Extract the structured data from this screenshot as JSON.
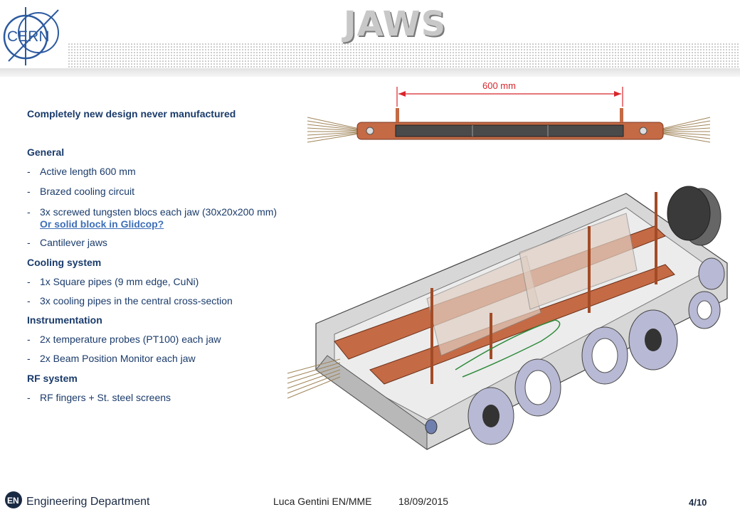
{
  "slide": {
    "title": "JAWS",
    "logo_text": "CERN",
    "dimension_label": "600 mm",
    "lead": "Completely new design never manufactured",
    "sections": [
      {
        "heading": "General",
        "items": [
          "Active length 600 mm",
          "Brazed cooling circuit",
          "3x screwed tungsten blocs each jaw (30x20x200 mm)",
          "Cantilever jaws"
        ],
        "link": "Or solid block in Glidcop?"
      },
      {
        "heading": "Cooling system",
        "items": [
          "1x Square pipes (9 mm edge, CuNi)",
          "3x cooling pipes in the central cross-section"
        ]
      },
      {
        "heading": "Instrumentation",
        "items": [
          "2x temperature probes (PT100) each jaw",
          "2x Beam Position Monitor each jaw"
        ]
      },
      {
        "heading": "RF system",
        "items": [
          "RF fingers + St. steel screens"
        ]
      }
    ],
    "bullet_char": "-"
  },
  "footer": {
    "dept_logo": "EN",
    "department": "Engineering Department",
    "author": "Luca Gentini EN/MME",
    "date": "18/09/2015",
    "page": "4/10"
  },
  "colors": {
    "text_blue": "#1a3b6b",
    "link_blue": "#3e6fb8",
    "dimension_red": "#d8262c",
    "copper": "#c46a45",
    "steel": "#bfbfbf"
  }
}
